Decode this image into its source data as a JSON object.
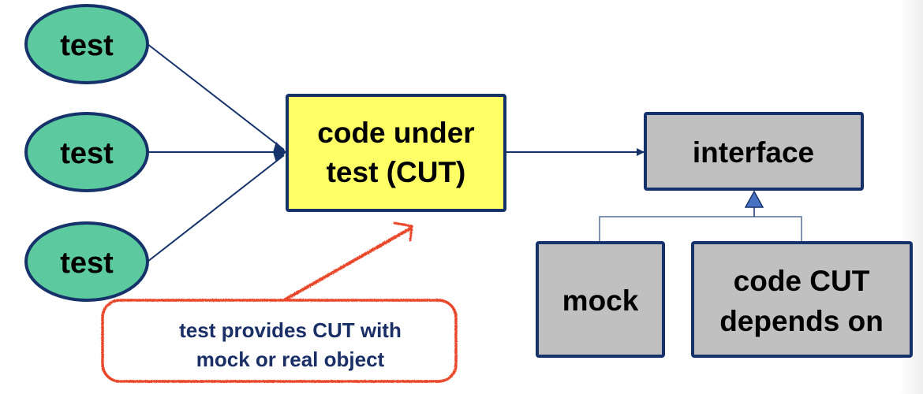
{
  "colors": {
    "outline": "#15326b",
    "test_fill": "#5cc99f",
    "cut_fill": "#ffff66",
    "gray_fill": "#c0c0c0",
    "annotation": "#e8462a",
    "note_text": "#1a2f66",
    "triangle_fill": "#4a72c4"
  },
  "tests": [
    {
      "label": "test"
    },
    {
      "label": "test"
    },
    {
      "label": "test"
    }
  ],
  "cut": {
    "line1": "code under",
    "line2": "test (CUT)"
  },
  "interface": {
    "label": "interface"
  },
  "mock": {
    "label": "mock"
  },
  "dependency": {
    "line1": "code CUT",
    "line2": "depends on"
  },
  "callout": {
    "line1": "test provides CUT with",
    "line2": "mock or real object"
  }
}
